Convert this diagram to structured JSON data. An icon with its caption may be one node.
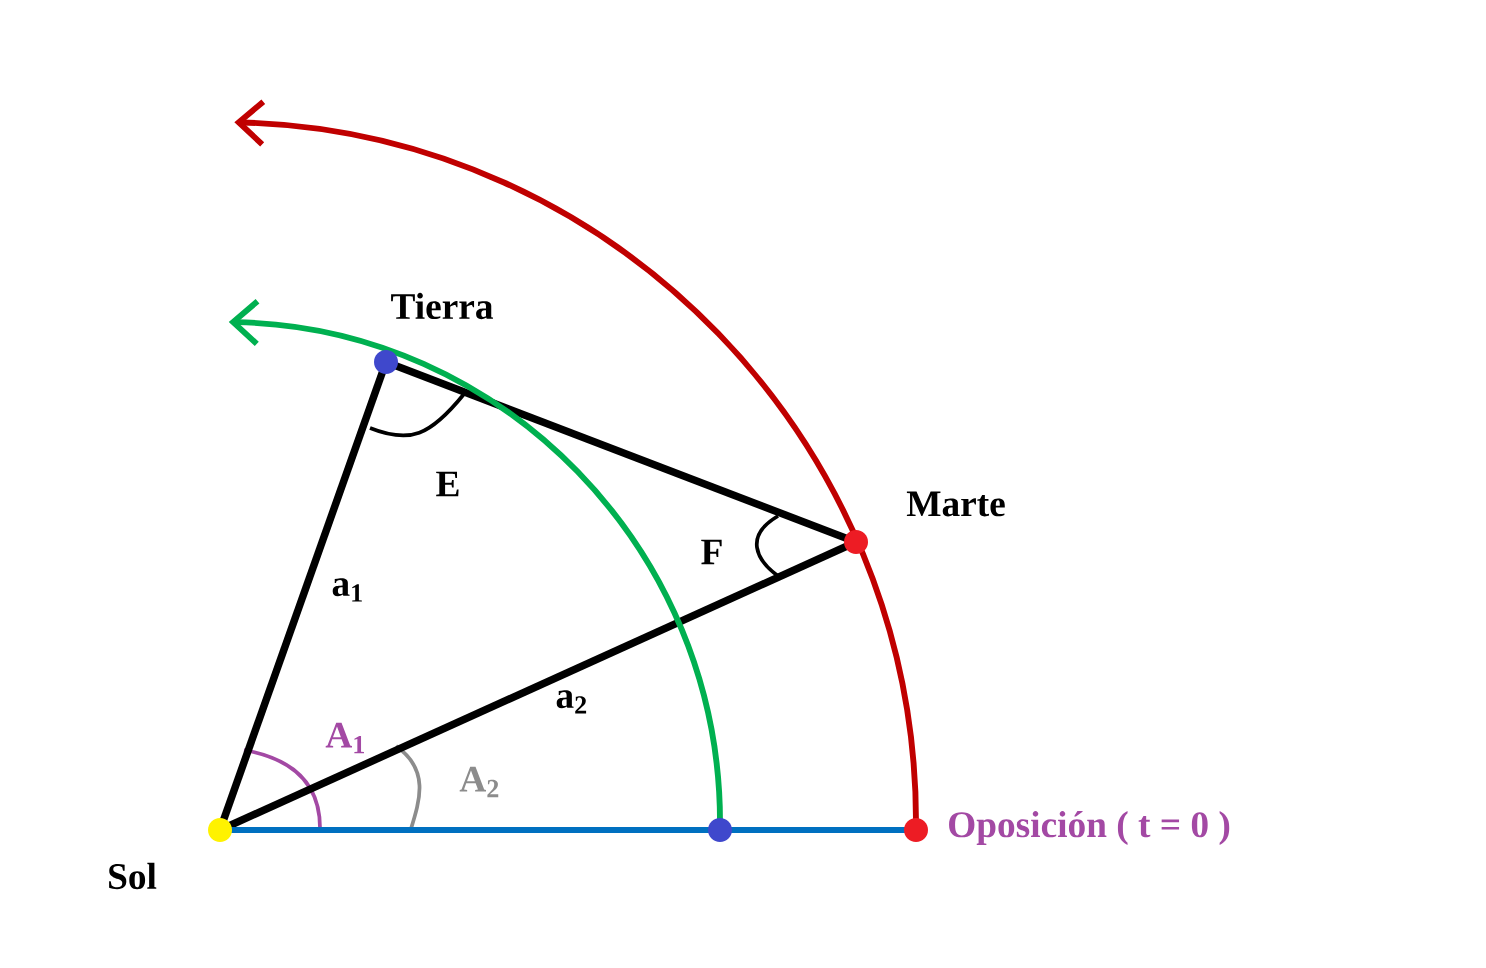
{
  "diagram": {
    "nodes": [
      {
        "text": [
          "Sol"
        ]
      },
      {
        "text": [
          "Tierra"
        ]
      },
      {
        "text": [
          "Marte"
        ]
      },
      {
        "text": [],
        "shape": "circle"
      },
      {
        "text": [
          "Oposición ( t = 0 )"
        ]
      }
    ],
    "edges": [
      {
        "from": 0,
        "to": 1,
        "arrow": "none",
        "label": "a$_{1}$"
      },
      {
        "from": 0,
        "to": 2,
        "arrow": "none",
        "label": "a$_{2}$"
      },
      {
        "from": 1,
        "to": 2,
        "arrow": "none"
      },
      {
        "from": 0,
        "to": 3,
        "arrow": "none",
        "color": "#0070c0"
      },
      {
        "from": 3,
        "to": 4,
        "arrow": "none",
        "color": "#0070c0"
      },
      {
        "from": 3,
        "to": null,
        "arrow": "to",
        "color": "#00b050"
      },
      {
        "from": 4,
        "to": null,
        "arrow": "to",
        "color": "#c00000"
      }
    ],
    "labels": [
      "E",
      "F",
      "A$_{1}$",
      "A$_{2}$"
    ]
  }
}
